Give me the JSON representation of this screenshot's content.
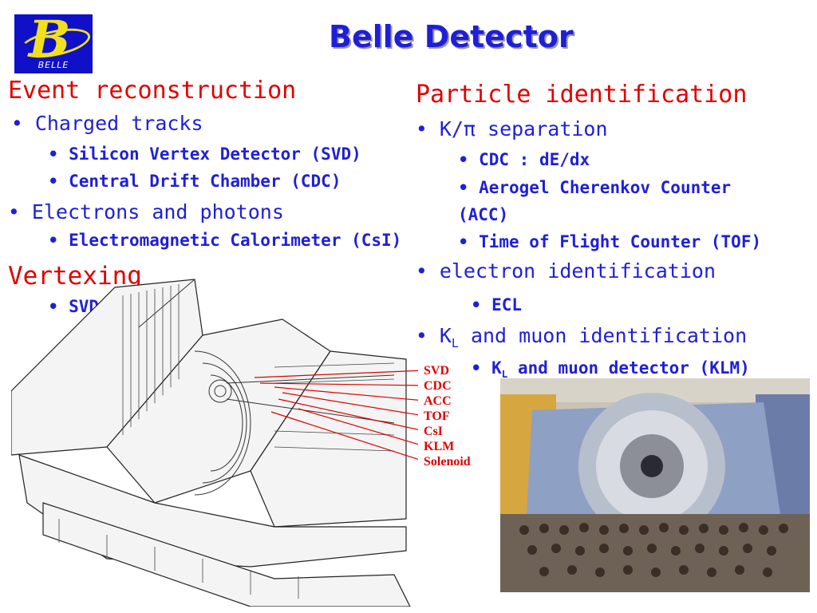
{
  "logo": {
    "text": "BELLE"
  },
  "title": "Belle Detector",
  "left": {
    "heading1": "Event reconstruction",
    "charged_tracks": "Charged tracks",
    "svd_item": "Silicon Vertex Detector (SVD)",
    "cdc_item": "Central Drift Chamber (CDC)",
    "electrons": "Electrons and photons",
    "csi_item": "Electromagnetic Calorimeter (CsI)",
    "heading2": "Vertexing",
    "vertex_svd": "SVD"
  },
  "right": {
    "heading": "Particle identification",
    "kpi": "K/π separation",
    "dedx": "CDC : dE/dx",
    "acc1": "Aerogel Cherenkov Counter",
    "acc2": "(ACC)",
    "tof": "Time of Flight Counter (TOF)",
    "eid": "electron identification",
    "ecl": "ECL",
    "kl_main_k": "K",
    "kl_main_sub": "L",
    "kl_main_rest": " and muon identification",
    "kl_det_k": "K",
    "kl_det_sub": "L",
    "kl_det_rest": " and muon detector (KLM)"
  },
  "bullet": "•",
  "labels": [
    "SVD",
    "CDC",
    "ACC",
    "TOF",
    "CsI",
    "KLM",
    "Solenoid"
  ]
}
